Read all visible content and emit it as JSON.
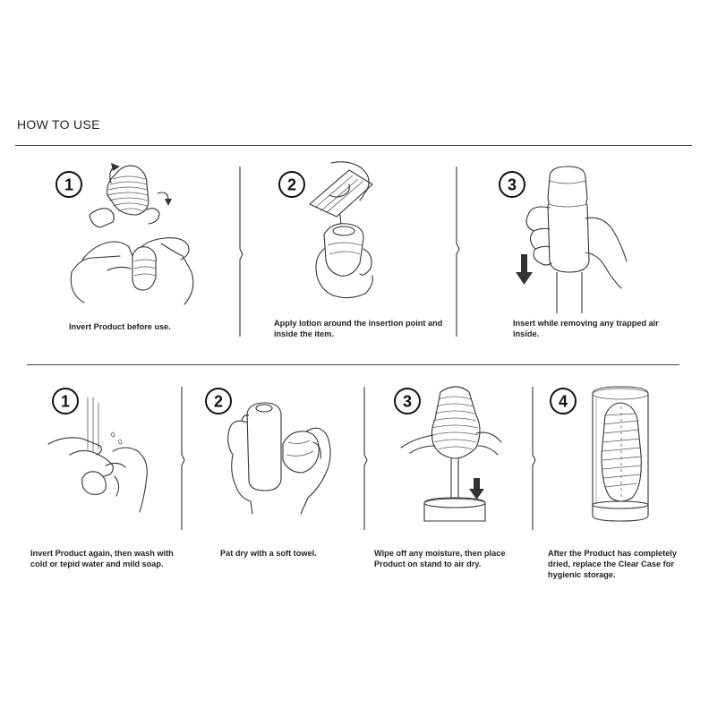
{
  "page": {
    "title": "HOW TO USE"
  },
  "before_use": {
    "steps": [
      {
        "number": "1",
        "caption": "Invert Product before use."
      },
      {
        "number": "2",
        "caption": "Apply lotion around the insertion point and inside the item."
      },
      {
        "number": "3",
        "caption": "Insert while removing any trapped air inside."
      }
    ]
  },
  "after_use": {
    "steps": [
      {
        "number": "1",
        "caption": "Invert Product again, then wash with cold or tepid water and mild soap."
      },
      {
        "number": "2",
        "caption": "Pat dry with a soft towel."
      },
      {
        "number": "3",
        "caption": "Wipe off any moisture, then place Product on stand to air dry."
      },
      {
        "number": "4",
        "caption": "After the Product has completely dried, replace the Clear Case for hygienic storage."
      }
    ]
  }
}
